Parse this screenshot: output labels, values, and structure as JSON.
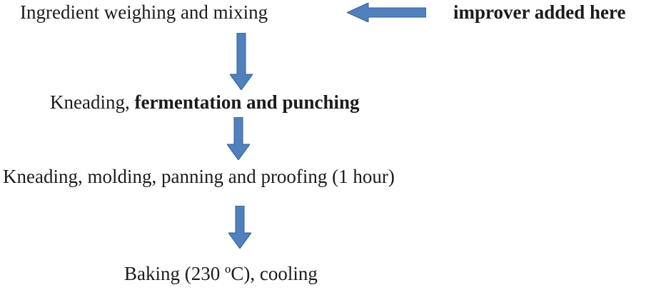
{
  "flowchart": {
    "step1": "Ingredient weighing and mixing",
    "annotation": "improver added here",
    "step2": {
      "normal": "Kneading, ",
      "bold": "fermentation and punching"
    },
    "step3": "Kneading, molding, panning and proofing (1 hour)",
    "step4": "Baking (230 ºC), cooling"
  },
  "icons": {
    "left_arrow": "left-arrow-icon",
    "down_arrow": "down-arrow-icon"
  },
  "colors": {
    "arrow_fill": "#4f81bd",
    "arrow_border": "#385d8a",
    "text": "#1b1b1b",
    "background": "#ffffff"
  }
}
